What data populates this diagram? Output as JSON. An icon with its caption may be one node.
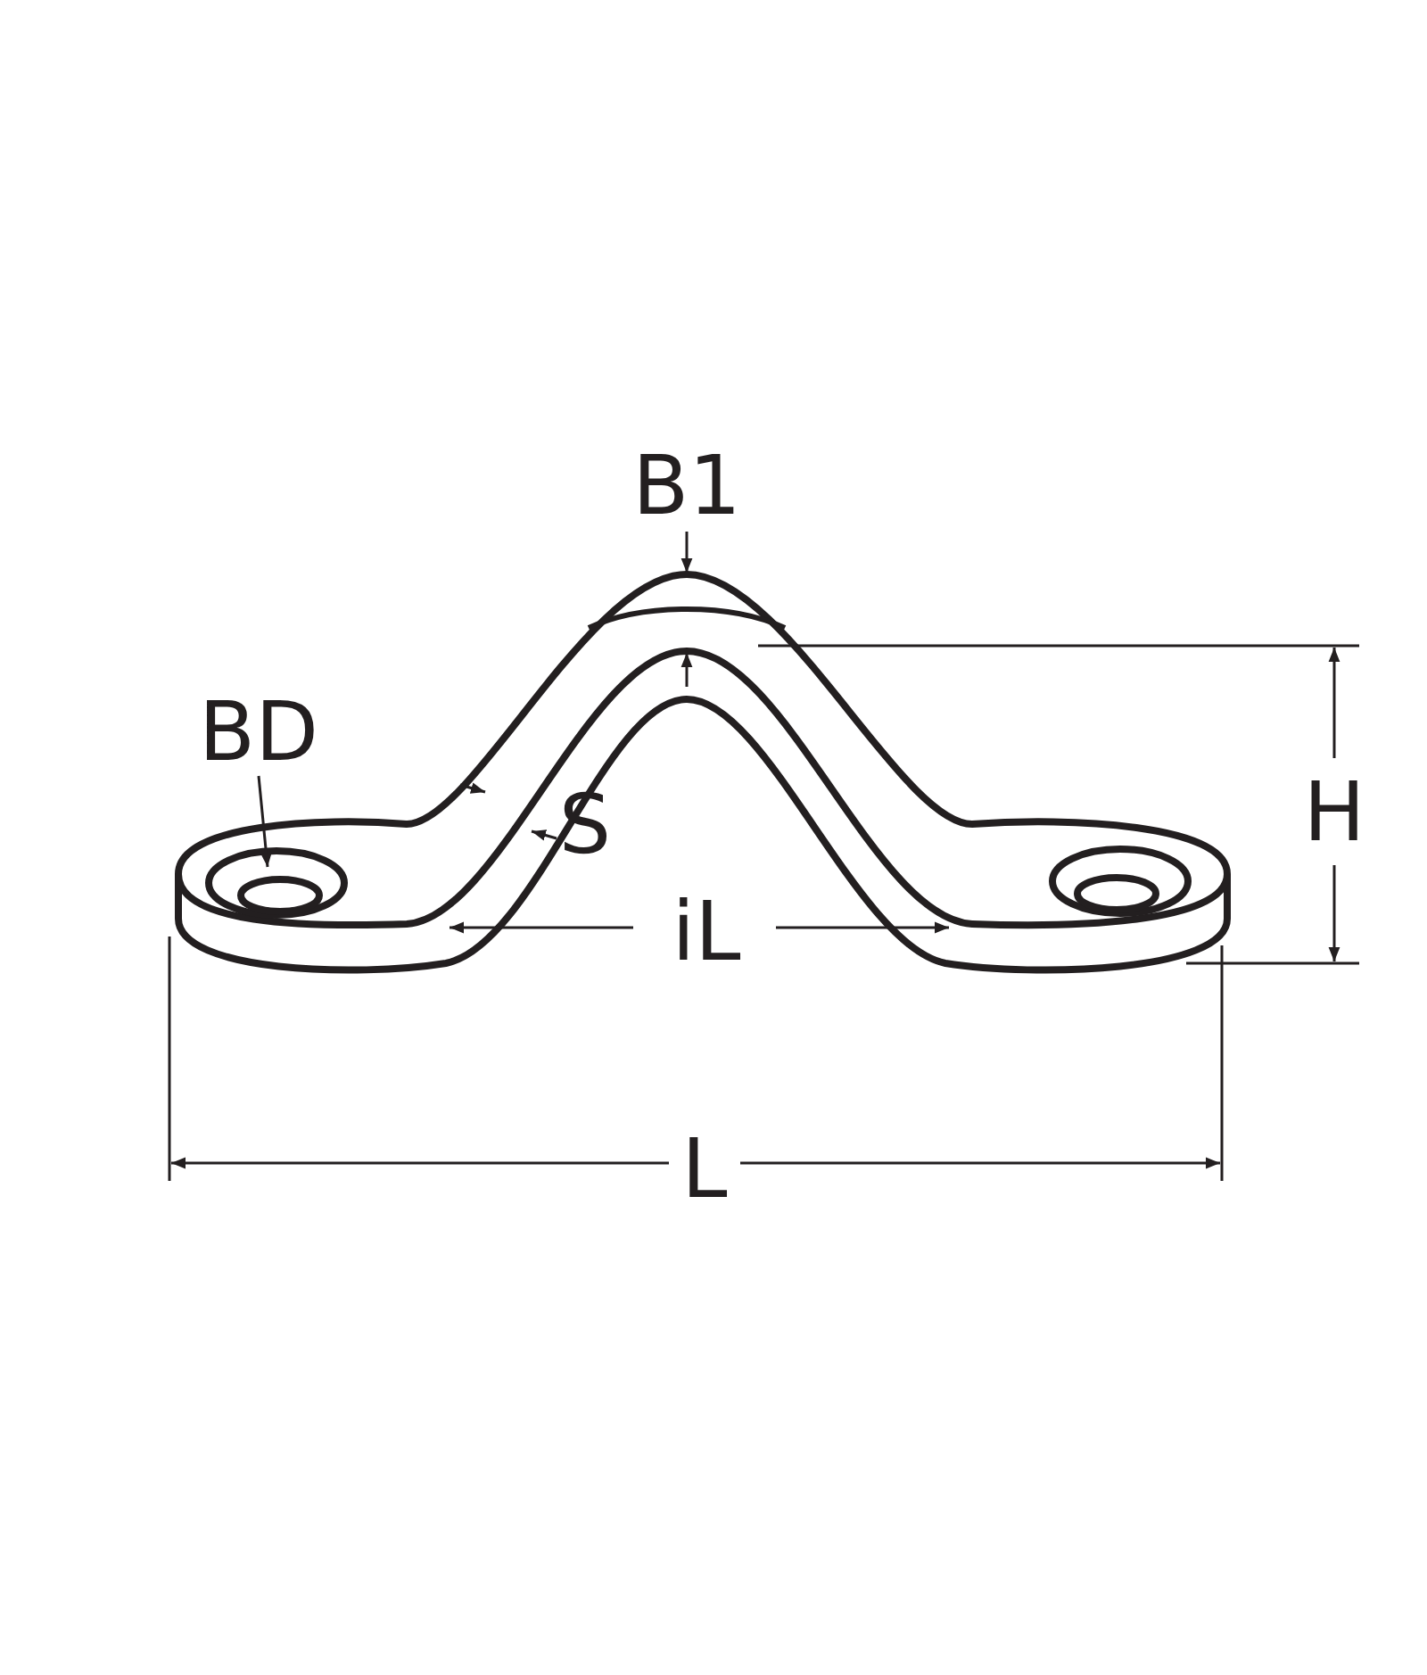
{
  "diagram": {
    "labels": [
      "B1",
      "BD",
      "H",
      "S",
      "iL",
      "L"
    ]
  }
}
